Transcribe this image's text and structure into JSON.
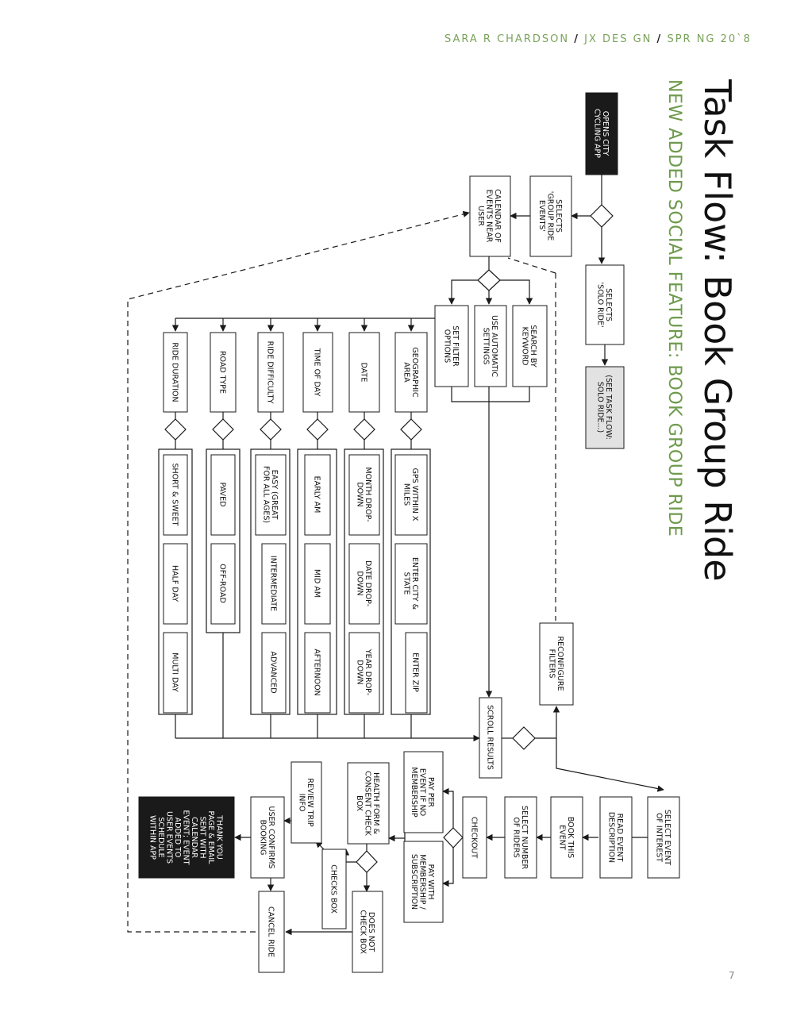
{
  "header": {
    "author": "SARA R CHARDSON",
    "course": "JX DES GN",
    "term": "SPR NG 20`8",
    "separator": "/"
  },
  "page_number": "7",
  "title": "Task Flow: Book Group Ride",
  "subtitle": "NEW ADDED SOCIAL FEATURE: BOOK GROUP RIDE",
  "colors": {
    "accent": "#6e9a4c",
    "start_box": "#1a1a1a",
    "external_box": "#e2e2e2",
    "line": "#1a1a1a"
  },
  "nodes": {
    "opens_app": "OPENS CITY\nCYCLING APP",
    "selects_group": "SELECTS\n'GROUP RIDE\nEVENTS'",
    "selects_solo": "SELECTS\n'SOLO RIDE'",
    "see_task_flow": "(SEE TASK FLOW:\nSOLO RIDE...)",
    "calendar": "CALENDAR OF\nEVENTS NEAR\nUSER",
    "search_keyword": "SEARCH BY\nKEYWORD",
    "auto_settings": "USE AUTOMATIC\nSETTINGS",
    "set_filter": "SET FILTER\nOPTIONS",
    "geo_area": "GEOGRAPHIC\nAREA",
    "date": "DATE",
    "time_of_day": "TIME OF DAY",
    "ride_difficulty": "RIDE DIFFICULTY",
    "road_type": "ROAD TYPE",
    "ride_duration": "RIDE DURATION",
    "gps": "GPS WITHIN X\nMILES",
    "city_state": "ENTER CITY &\nSTATE",
    "zip": "ENTER ZIP",
    "month_dd": "MONTH DROP-\nDOWN",
    "date_dd": "DATE DROP-\nDOWN",
    "year_dd": "YEAR DROP-\nDOWN",
    "early_am": "EARLY AM",
    "mid_am": "MID AM",
    "afternoon": "AFTERNOON",
    "easy": "EASY (GREAT\nFOR ALL AGES)",
    "intermediate": "INTERMEDIATE",
    "advanced": "ADVANCED",
    "paved": "PAVED",
    "off_road": "OFF-ROAD",
    "short_sweet": "SHORT & SWEET",
    "half_day": "HALF DAY",
    "multi_day": "MULTI DAY",
    "reconfigure": "RECONFIGURE\nFILTERS",
    "scroll_results": "SCROLL RESULTS",
    "select_event": "SELECT EVENT\nOF INTEREST",
    "read_description": "READ EVENT\nDESCRIPTION",
    "book_event": "BOOK THIS\nEVENT",
    "select_riders": "SELECT NUMBER\nOF RIDERS",
    "checkout": "CHECKOUT",
    "pay_per_event": "PAY PER\nEVENT IF NO\nMEMBERSHIP",
    "pay_membership": "PAY WITH\nMEMBERSHIP /\nSUBSCRIPTION",
    "health_form": "HEALTH FORM &\nCONSENT CHECK\nBOX",
    "checks_box": "CHECKS BOX",
    "does_not_check": "DOES NOT\nCHECK BOX",
    "review_trip": "REVIEW TRIP\nINFO",
    "user_confirms": "USER CONFIRMS\nBOOKING",
    "cancel_ride": "CANCEL RIDE",
    "thank_you": "THANK YOU\nPAGE & EMAIL\nSENT WITH\nCALENDAR\nEVENT; EVENT\nADDED TO\nUSER EVENTS\nSCHEDULE\nWITHIN APP"
  }
}
